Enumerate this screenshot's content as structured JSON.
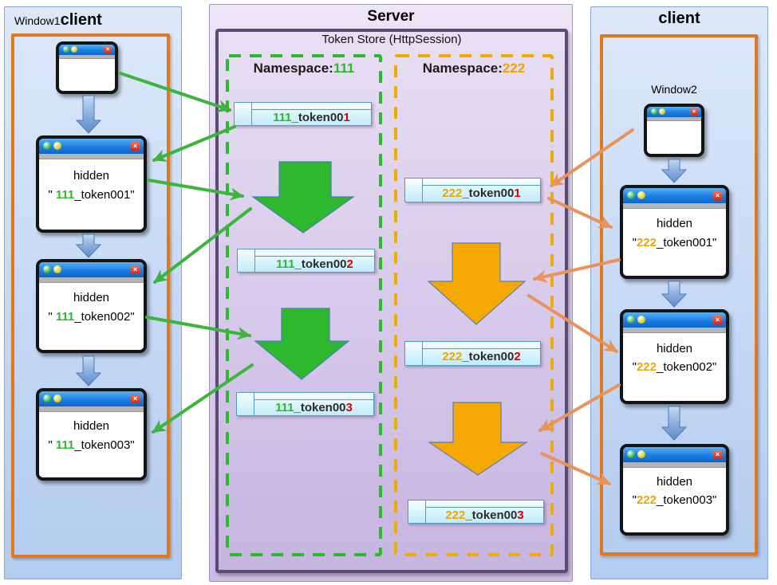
{
  "left_client": {
    "window_label": "Window1",
    "title": "client",
    "windows": [
      {
        "line1": "hidden",
        "quote_open": "\" ",
        "prefix": "111",
        "rest": "_token001\""
      },
      {
        "line1": "hidden",
        "quote_open": "\" ",
        "prefix": "111",
        "rest": "_token002\""
      },
      {
        "line1": "hidden",
        "quote_open": "\" ",
        "prefix": "111",
        "rest": "_token003\""
      }
    ]
  },
  "server": {
    "title": "Server",
    "store_label": "Token Store (HttpSession)",
    "namespaces": [
      {
        "label": "Namespace:",
        "num": "111",
        "tokens": [
          {
            "prefix": "111",
            "mid": "_token00",
            "last": "1"
          },
          {
            "prefix": "111",
            "mid": "_token00",
            "last": "2"
          },
          {
            "prefix": "111",
            "mid": "_token00",
            "last": "3"
          }
        ]
      },
      {
        "label": "Namespace:",
        "num": "222",
        "tokens": [
          {
            "prefix": "222",
            "mid": "_token00",
            "last": "1"
          },
          {
            "prefix": "222",
            "mid": "_token00",
            "last": "2"
          },
          {
            "prefix": "222",
            "mid": "_token00",
            "last": "3"
          }
        ]
      }
    ]
  },
  "right_client": {
    "title": "client",
    "window_label": "Window2",
    "windows": [
      {
        "line1": "hidden",
        "quote_open": "\"",
        "prefix": "222",
        "rest": "_token001\""
      },
      {
        "line1": "hidden",
        "quote_open": "\"",
        "prefix": "222",
        "rest": "_token002\""
      },
      {
        "line1": "hidden",
        "quote_open": "\"",
        "prefix": "222",
        "rest": "_token003\""
      }
    ]
  },
  "colors": {
    "namespace_green": "#2db92d",
    "namespace_orange": "#eea500",
    "token_last_digit_red": "#dd0000",
    "client_frame_orange": "#e0791c",
    "server_frame_purple": "#5a4a74",
    "green_block_arrow": "#2eb82e",
    "orange_block_arrow": "#f5a802",
    "green_connector": "#3bb53b",
    "orange_connector": "#e8935a",
    "flow_arrow_blue": "#5d8cc9"
  }
}
